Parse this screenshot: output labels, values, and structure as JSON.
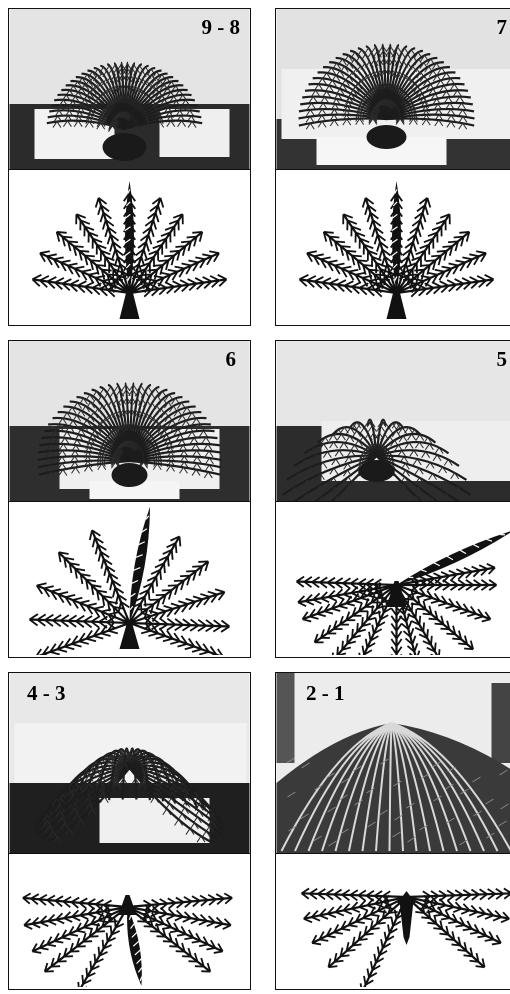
{
  "panels": [
    {
      "id": "p1",
      "score": "9 - 8",
      "score_pos": "top-right",
      "condition": "healthy"
    },
    {
      "id": "p2",
      "score": "7",
      "score_pos": "top-right",
      "condition": "healthy"
    },
    {
      "id": "p3",
      "score": "6",
      "score_pos": "top-right",
      "condition": "one-frond-damaged"
    },
    {
      "id": "p4",
      "score": "5",
      "score_pos": "top-right",
      "condition": "drooping"
    },
    {
      "id": "p5",
      "score": "4 - 3",
      "score_pos": "top-left",
      "condition": "collapsed"
    },
    {
      "id": "p6",
      "score": "2 - 1",
      "score_pos": "top-left",
      "condition": "dead"
    }
  ],
  "colors": {
    "ink": "#111111",
    "sky": "#e4e4e4",
    "sheet": "#f4f4f4",
    "ground": "#2b2b2b"
  }
}
